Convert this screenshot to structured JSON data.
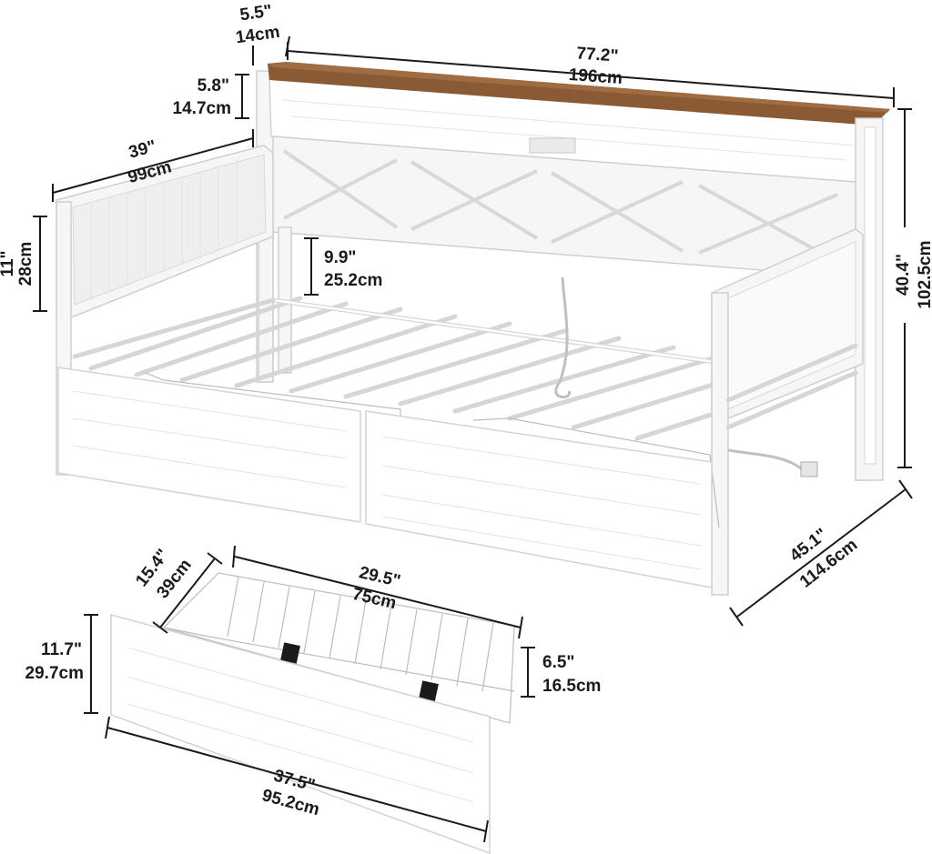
{
  "colors": {
    "background": "#ffffff",
    "frame": "#f6f6f6",
    "shelf_top": "#8a5a34",
    "dimension_line": "#1a1a1a"
  },
  "dimensions": {
    "shelf_depth": {
      "in": "5.5\"",
      "cm": "14cm"
    },
    "total_length": {
      "in": "77.2\"",
      "cm": "196cm"
    },
    "shelf_height": {
      "in": "5.8\"",
      "cm": "14.7cm"
    },
    "arm_length": {
      "in": "39\"",
      "cm": "99cm"
    },
    "arm_height": {
      "in": "11\"",
      "cm": "28cm"
    },
    "under_clearance": {
      "in": "9.9\"",
      "cm": "25.2cm"
    },
    "total_height": {
      "in": "40.4\"",
      "cm": "102.5cm"
    },
    "total_width": {
      "in": "45.1\"",
      "cm": "114.6cm"
    },
    "drawer_depth": {
      "in": "15.4\"",
      "cm": "39cm"
    },
    "basket_length": {
      "in": "29.5\"",
      "cm": "75cm"
    },
    "drawer_height": {
      "in": "11.7\"",
      "cm": "29.7cm"
    },
    "basket_height": {
      "in": "6.5\"",
      "cm": "16.5cm"
    },
    "drawer_front": {
      "in": "37.5\"",
      "cm": "95.2cm"
    }
  }
}
